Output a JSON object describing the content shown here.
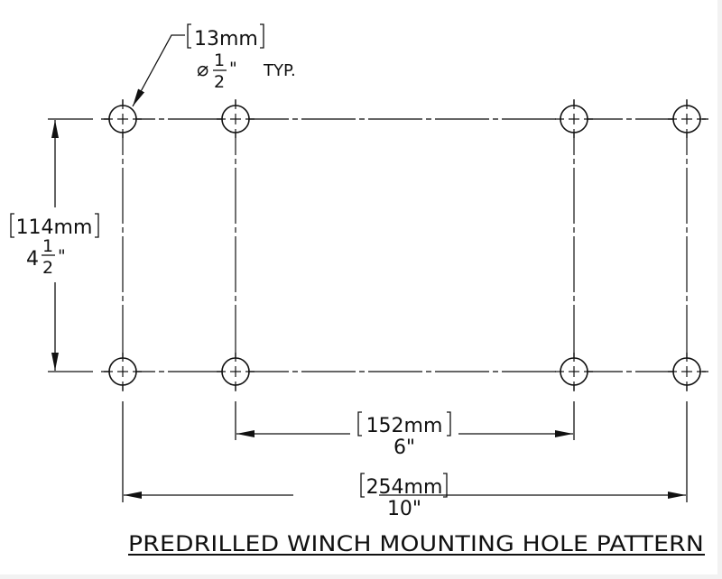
{
  "drawing": {
    "title": "PREDRILLED WINCH MOUNTING HOLE PATTERN",
    "line_color": "#111111",
    "centerline_color": "#333333",
    "holes": {
      "rows_y": [
        132,
        412
      ],
      "cols_x": [
        136,
        261,
        636,
        761
      ],
      "radius": 15,
      "callout": {
        "metric": "13mm",
        "diameter_symbol": "⌀",
        "fraction_num": "1",
        "fraction_den": "2",
        "unit": "\"",
        "note": "TYP."
      }
    },
    "dimensions": {
      "vertical": {
        "metric": "114mm",
        "whole": "4",
        "fraction_num": "1",
        "fraction_den": "2",
        "unit": "\""
      },
      "inner_horizontal": {
        "metric": "152mm",
        "imperial": "6\""
      },
      "outer_horizontal": {
        "metric": "254mm",
        "imperial": "10\""
      }
    }
  }
}
